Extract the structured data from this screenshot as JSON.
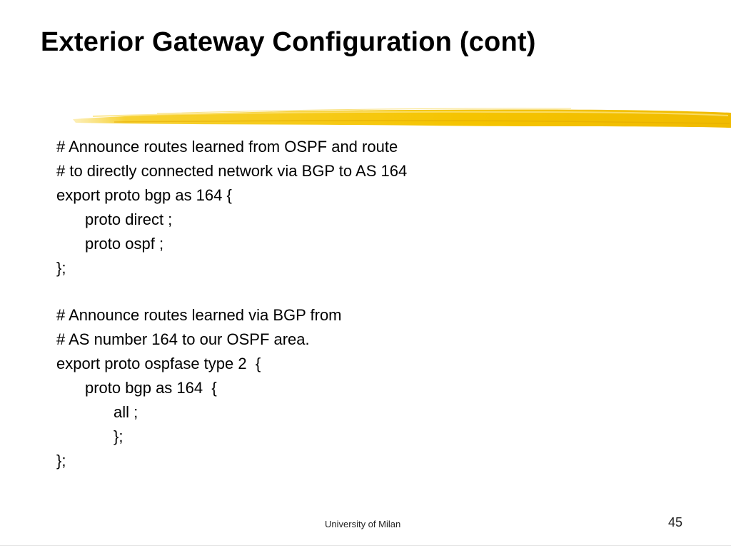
{
  "slide": {
    "title": "Exterior Gateway Configuration (cont)",
    "accent_color": "#f5c400",
    "code_lines": [
      {
        "text": "# Announce routes learned from OSPF and route",
        "indent": 0
      },
      {
        "text": "# to directly connected network via BGP to AS 164",
        "indent": 0
      },
      {
        "text": "export proto bgp as 164 {",
        "indent": 0
      },
      {
        "text": "proto direct ;",
        "indent": 1
      },
      {
        "text": "proto ospf ;",
        "indent": 1
      },
      {
        "text": "};",
        "indent": 0
      },
      {
        "text": "",
        "indent": 0
      },
      {
        "text": "# Announce routes learned via BGP from",
        "indent": 0
      },
      {
        "text": "# AS number 164 to our OSPF area.",
        "indent": 0
      },
      {
        "text": "export proto ospfase type 2  {",
        "indent": 0
      },
      {
        "text": "proto bgp as 164  {",
        "indent": 1
      },
      {
        "text": "all ;",
        "indent": 2
      },
      {
        "text": "};",
        "indent": 2
      },
      {
        "text": "};",
        "indent": 0
      }
    ]
  },
  "footer": {
    "institution": "University of Milan",
    "page_number": "45"
  }
}
